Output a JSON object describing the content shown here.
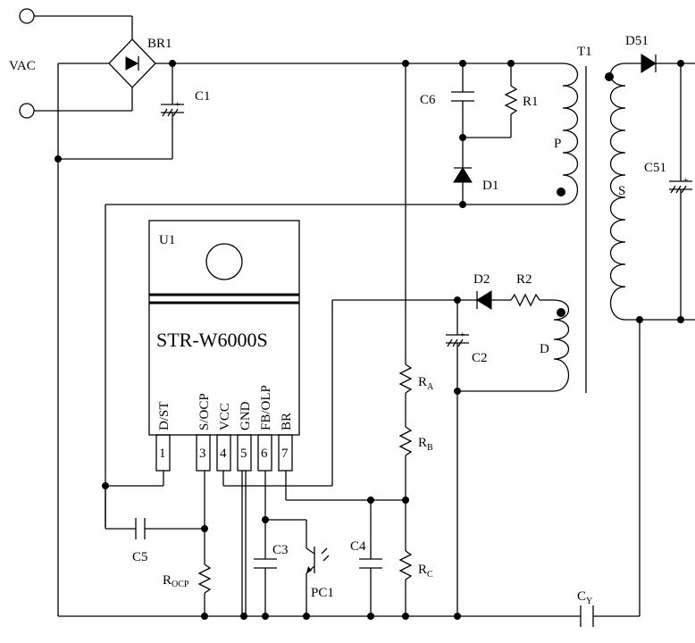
{
  "labels": {
    "vac": "VAC",
    "br1": "BR1",
    "c1": "C1",
    "c6": "C6",
    "r1": "R1",
    "d1": "D1",
    "t1": "T1",
    "d51": "D51",
    "c51": "C51",
    "p": "P",
    "s": "S",
    "u1": "U1",
    "part": "STR-W6000S",
    "d2": "D2",
    "r2": "R2",
    "d_winding": "D",
    "c2": "C2",
    "ra_main": "R",
    "ra_sub": "A",
    "rb_main": "R",
    "rb_sub": "B",
    "rc_main": "R",
    "rc_sub": "C",
    "c5": "C5",
    "c3": "C3",
    "c4": "C4",
    "rocp_main": "R",
    "rocp_sub": "OCP",
    "pc1": "PC1",
    "cy_main": "C",
    "cy_sub": "Y",
    "plus": "+"
  },
  "pins": [
    {
      "num": "1",
      "name": "D/ST"
    },
    {
      "num": "3",
      "name": "S/OCP"
    },
    {
      "num": "4",
      "name": "VCC"
    },
    {
      "num": "5",
      "name": "GND"
    },
    {
      "num": "6",
      "name": "FB/OLP"
    },
    {
      "num": "7",
      "name": "BR"
    }
  ]
}
